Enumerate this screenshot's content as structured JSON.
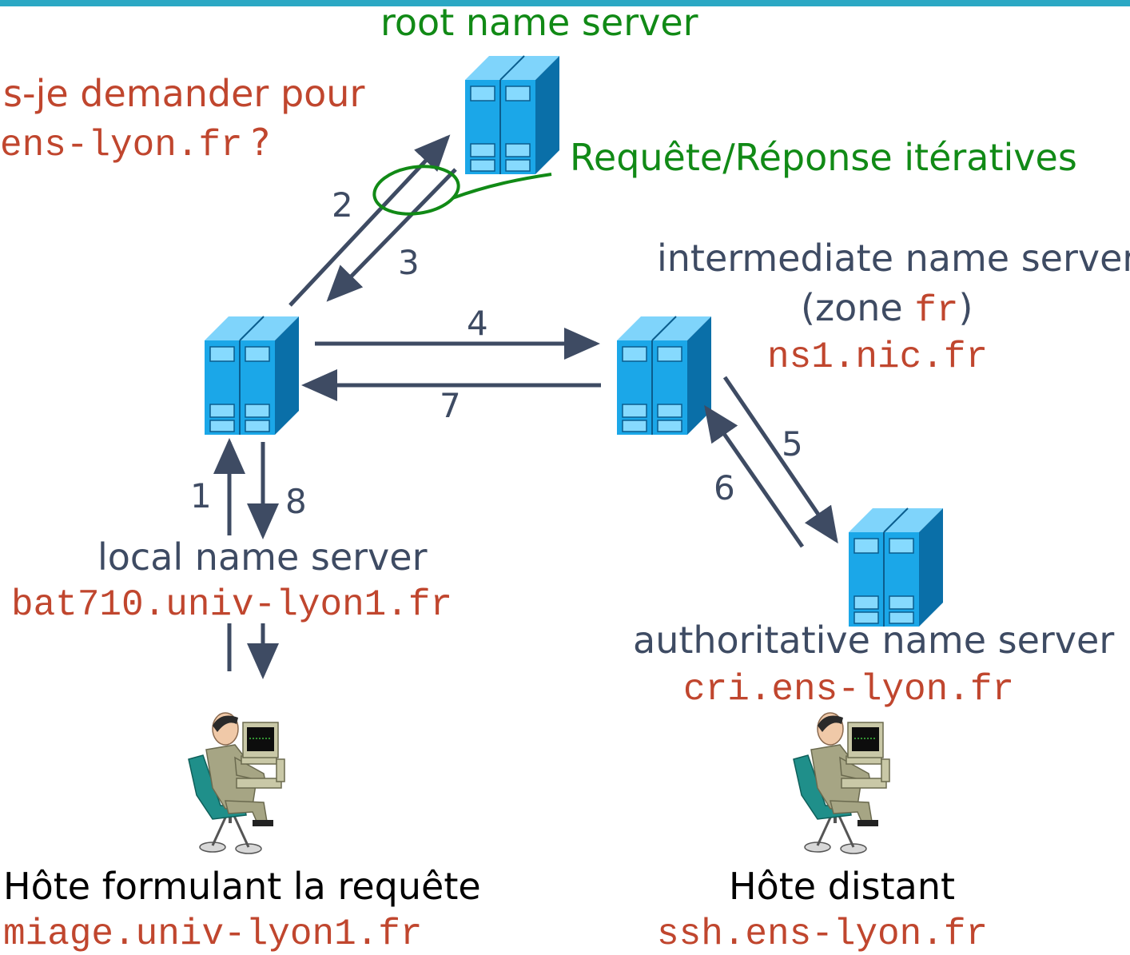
{
  "root": {
    "title": "root name server"
  },
  "question": {
    "line1": "s-je demander pour",
    "domain": "ens-lyon.fr",
    "mark": "?"
  },
  "annotation": "Requête/Réponse itératives",
  "intermediate": {
    "title": "intermediate name server",
    "zone_open": "(zone ",
    "zone_code": "fr",
    "zone_close": ")",
    "host": "ns1.nic.fr"
  },
  "local": {
    "title": "local name server",
    "host": "bat710.univ-lyon1.fr"
  },
  "authoritative": {
    "title": "authoritative name server",
    "host": "cri.ens-lyon.fr"
  },
  "requester": {
    "title": "Hôte formulant la requête",
    "host": "miage.univ-lyon1.fr"
  },
  "remote": {
    "title": "Hôte distant",
    "host": "ssh.ens-lyon.fr"
  },
  "steps": [
    "1",
    "2",
    "3",
    "4",
    "5",
    "6",
    "7",
    "8"
  ],
  "colors": {
    "accent_bar": "#2ba8c4",
    "arrow": "#3e4b63",
    "host_text": "#c0462e",
    "annotation": "#118a16",
    "server": "#1ba7e8"
  },
  "icons": [
    "server-icon",
    "user-workstation-icon"
  ]
}
